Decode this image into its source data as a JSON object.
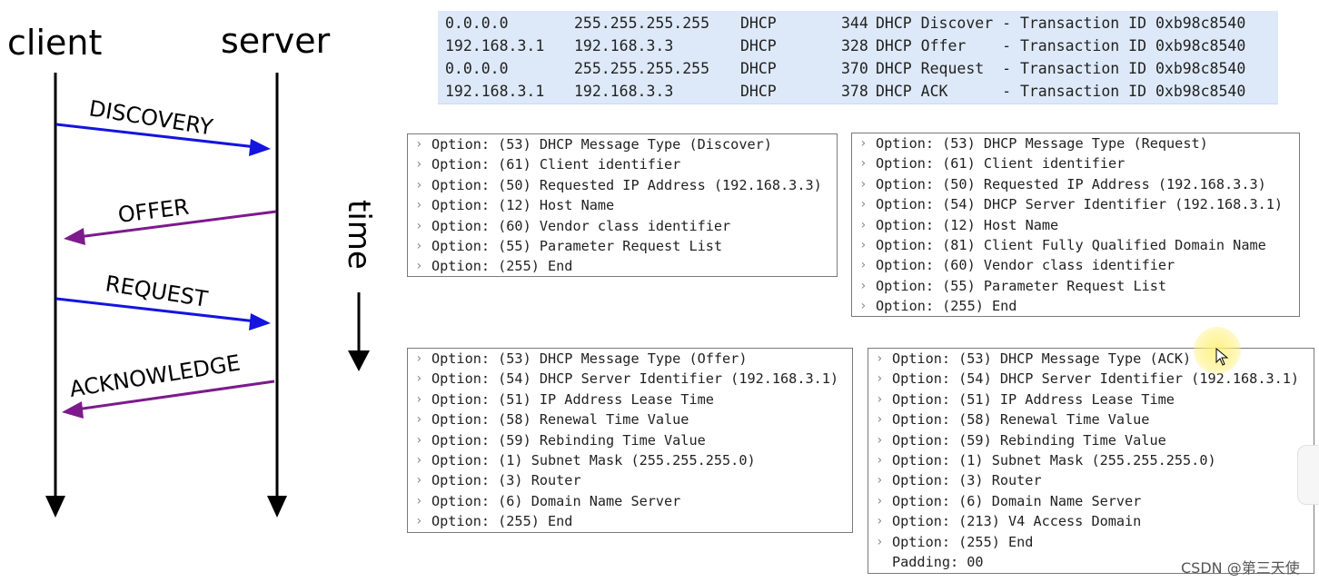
{
  "diagram": {
    "client_label": "client",
    "server_label": "server",
    "time_label": "time",
    "messages": [
      {
        "label": "DISCOVERY",
        "direction": "client-to-server",
        "color": "#1414e0"
      },
      {
        "label": "OFFER",
        "direction": "server-to-client",
        "color": "#7d1a8c"
      },
      {
        "label": "REQUEST",
        "direction": "client-to-server",
        "color": "#1414e0"
      },
      {
        "label": "ACKNOWLEDGE",
        "direction": "server-to-client",
        "color": "#7d1a8c"
      }
    ]
  },
  "packet_list": [
    {
      "src": "0.0.0.0",
      "dst": "255.255.255.255",
      "protocol": "DHCP",
      "length": "344",
      "info": "DHCP Discover - Transaction ID 0xb98c8540"
    },
    {
      "src": "192.168.3.1",
      "dst": "192.168.3.3",
      "protocol": "DHCP",
      "length": "328",
      "info": "DHCP Offer    - Transaction ID 0xb98c8540"
    },
    {
      "src": "0.0.0.0",
      "dst": "255.255.255.255",
      "protocol": "DHCP",
      "length": "370",
      "info": "DHCP Request  - Transaction ID 0xb98c8540"
    },
    {
      "src": "192.168.3.1",
      "dst": "192.168.3.3",
      "protocol": "DHCP",
      "length": "378",
      "info": "DHCP ACK      - Transaction ID 0xb98c8540"
    }
  ],
  "panels": {
    "discover": [
      "Option: (53) DHCP Message Type (Discover)",
      "Option: (61) Client identifier",
      "Option: (50) Requested IP Address (192.168.3.3)",
      "Option: (12) Host Name",
      "Option: (60) Vendor class identifier",
      "Option: (55) Parameter Request List",
      "Option: (255) End"
    ],
    "request": [
      "Option: (53) DHCP Message Type (Request)",
      "Option: (61) Client identifier",
      "Option: (50) Requested IP Address (192.168.3.3)",
      "Option: (54) DHCP Server Identifier (192.168.3.1)",
      "Option: (12) Host Name",
      "Option: (81) Client Fully Qualified Domain Name",
      "Option: (60) Vendor class identifier",
      "Option: (55) Parameter Request List",
      "Option: (255) End"
    ],
    "offer": [
      "Option: (53) DHCP Message Type (Offer)",
      "Option: (54) DHCP Server Identifier (192.168.3.1)",
      "Option: (51) IP Address Lease Time",
      "Option: (58) Renewal Time Value",
      "Option: (59) Rebinding Time Value",
      "Option: (1) Subnet Mask (255.255.255.0)",
      "Option: (3) Router",
      "Option: (6) Domain Name Server",
      "Option: (255) End"
    ],
    "ack": [
      "Option: (53) DHCP Message Type (ACK)",
      "Option: (54) DHCP Server Identifier (192.168.3.1)",
      "Option: (51) IP Address Lease Time",
      "Option: (58) Renewal Time Value",
      "Option: (59) Rebinding Time Value",
      "Option: (1) Subnet Mask (255.255.255.0)",
      "Option: (3) Router",
      "Option: (6) Domain Name Server",
      "Option: (213) V4 Access Domain",
      "Option: (255) End"
    ],
    "ack_padding": "Padding: 00"
  },
  "watermark": "CSDN @第三天使",
  "colors": {
    "packet_list_bg": "#dde9f8",
    "client_to_server_arrow": "#1414e0",
    "server_to_client_arrow": "#7d1a8c"
  }
}
